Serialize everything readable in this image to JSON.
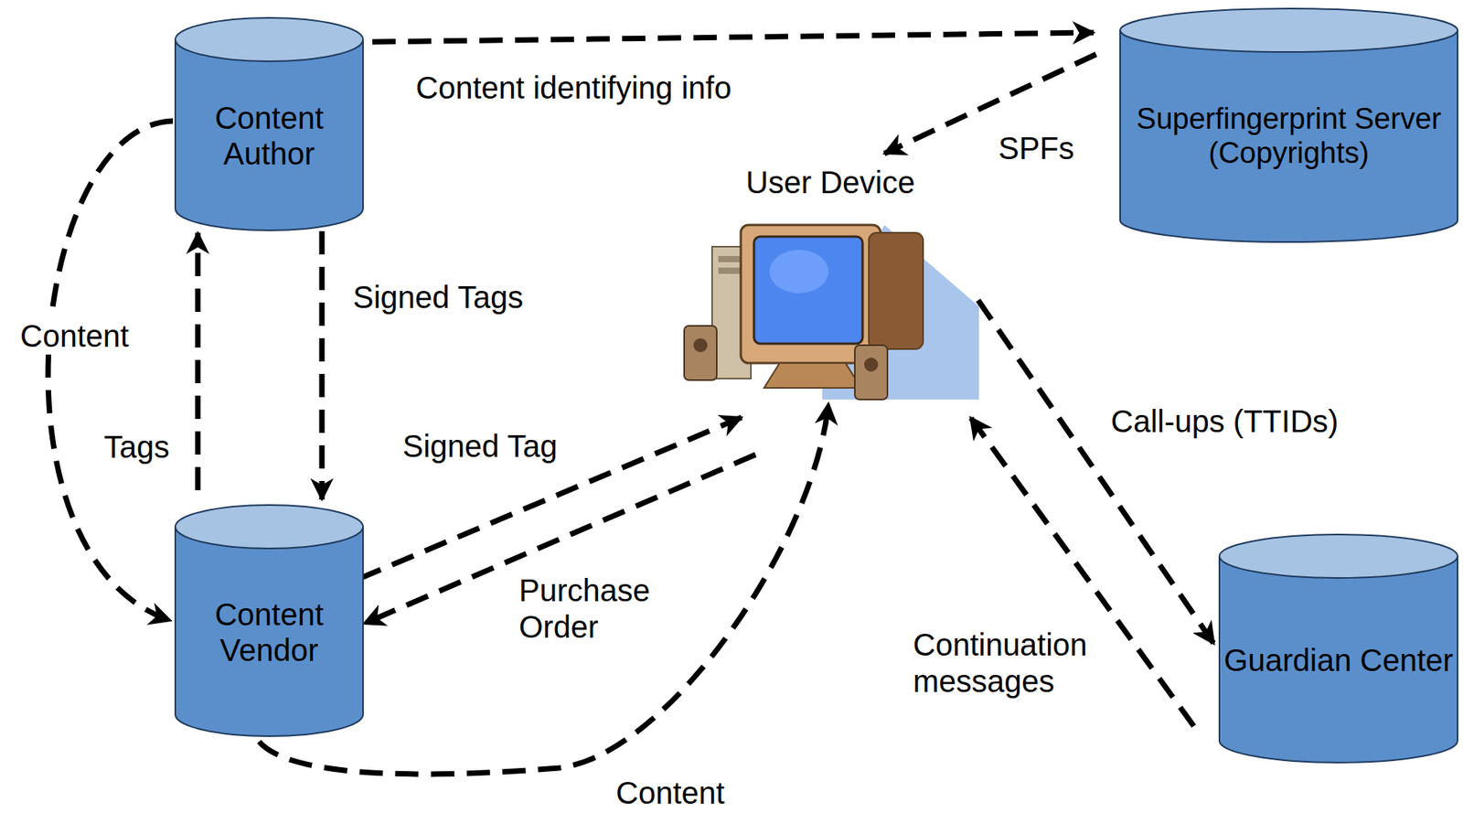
{
  "diagram": {
    "nodes": [
      {
        "text": [
          "Content Author"
        ]
      },
      {
        "text": [
          "Superfingerprint Server (Copyrights)"
        ]
      },
      {
        "text": [
          "User Device"
        ]
      },
      {
        "text": [
          "Content Vendor"
        ]
      },
      {
        "text": [
          "Guardian Center"
        ]
      }
    ],
    "edges": [
      {
        "from": 0,
        "to": 1,
        "label": "Content identifying info",
        "arrow": "to"
      },
      {
        "from": 1,
        "to": 2,
        "label": "SPFs",
        "arrow": "to"
      },
      {
        "from": 0,
        "to": 3,
        "label": "Signed Tags",
        "arrow": "to"
      },
      {
        "from": 3,
        "to": 0,
        "label": "Tags",
        "arrow": "to"
      },
      {
        "from": 0,
        "to": 3,
        "label": "Content",
        "arrow": "to"
      },
      {
        "from": 3,
        "to": 2,
        "label": "Signed Tag",
        "arrow": "to"
      },
      {
        "from": 2,
        "to": 3,
        "label": "Purchase Order",
        "arrow": "to"
      },
      {
        "from": 3,
        "to": 2,
        "label": "Content",
        "arrow": "to"
      },
      {
        "from": 2,
        "to": 4,
        "label": "Call-ups (TTIDs)",
        "arrow": "to"
      },
      {
        "from": 4,
        "to": 2,
        "label": "Continuation messages",
        "arrow": "to"
      }
    ]
  }
}
